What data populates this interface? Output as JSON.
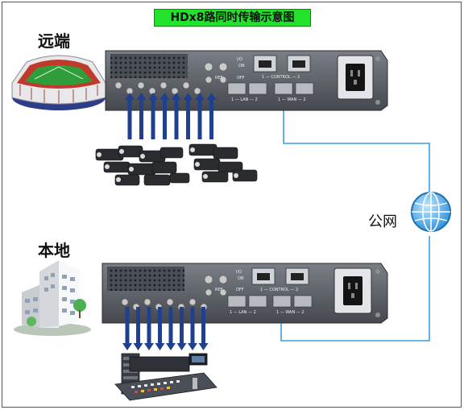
{
  "title": "HDx8路同时传输示意图",
  "remote_label": "远端",
  "local_label": "本地",
  "public_network_label": "公网",
  "device_labels": {
    "io_on": "I/O",
    "on": "ON",
    "off": "OFF",
    "ref": "REF",
    "control": "1 — CONTROL — 2",
    "lan": "1 — LAN — 2",
    "wan": "1 — WAN — 2"
  },
  "channel_count": 8,
  "colors": {
    "title_bg": "#22e22c",
    "arrow": "#1f3f8f",
    "link": "#3aa0e0",
    "device_body": "#5b5f66"
  }
}
